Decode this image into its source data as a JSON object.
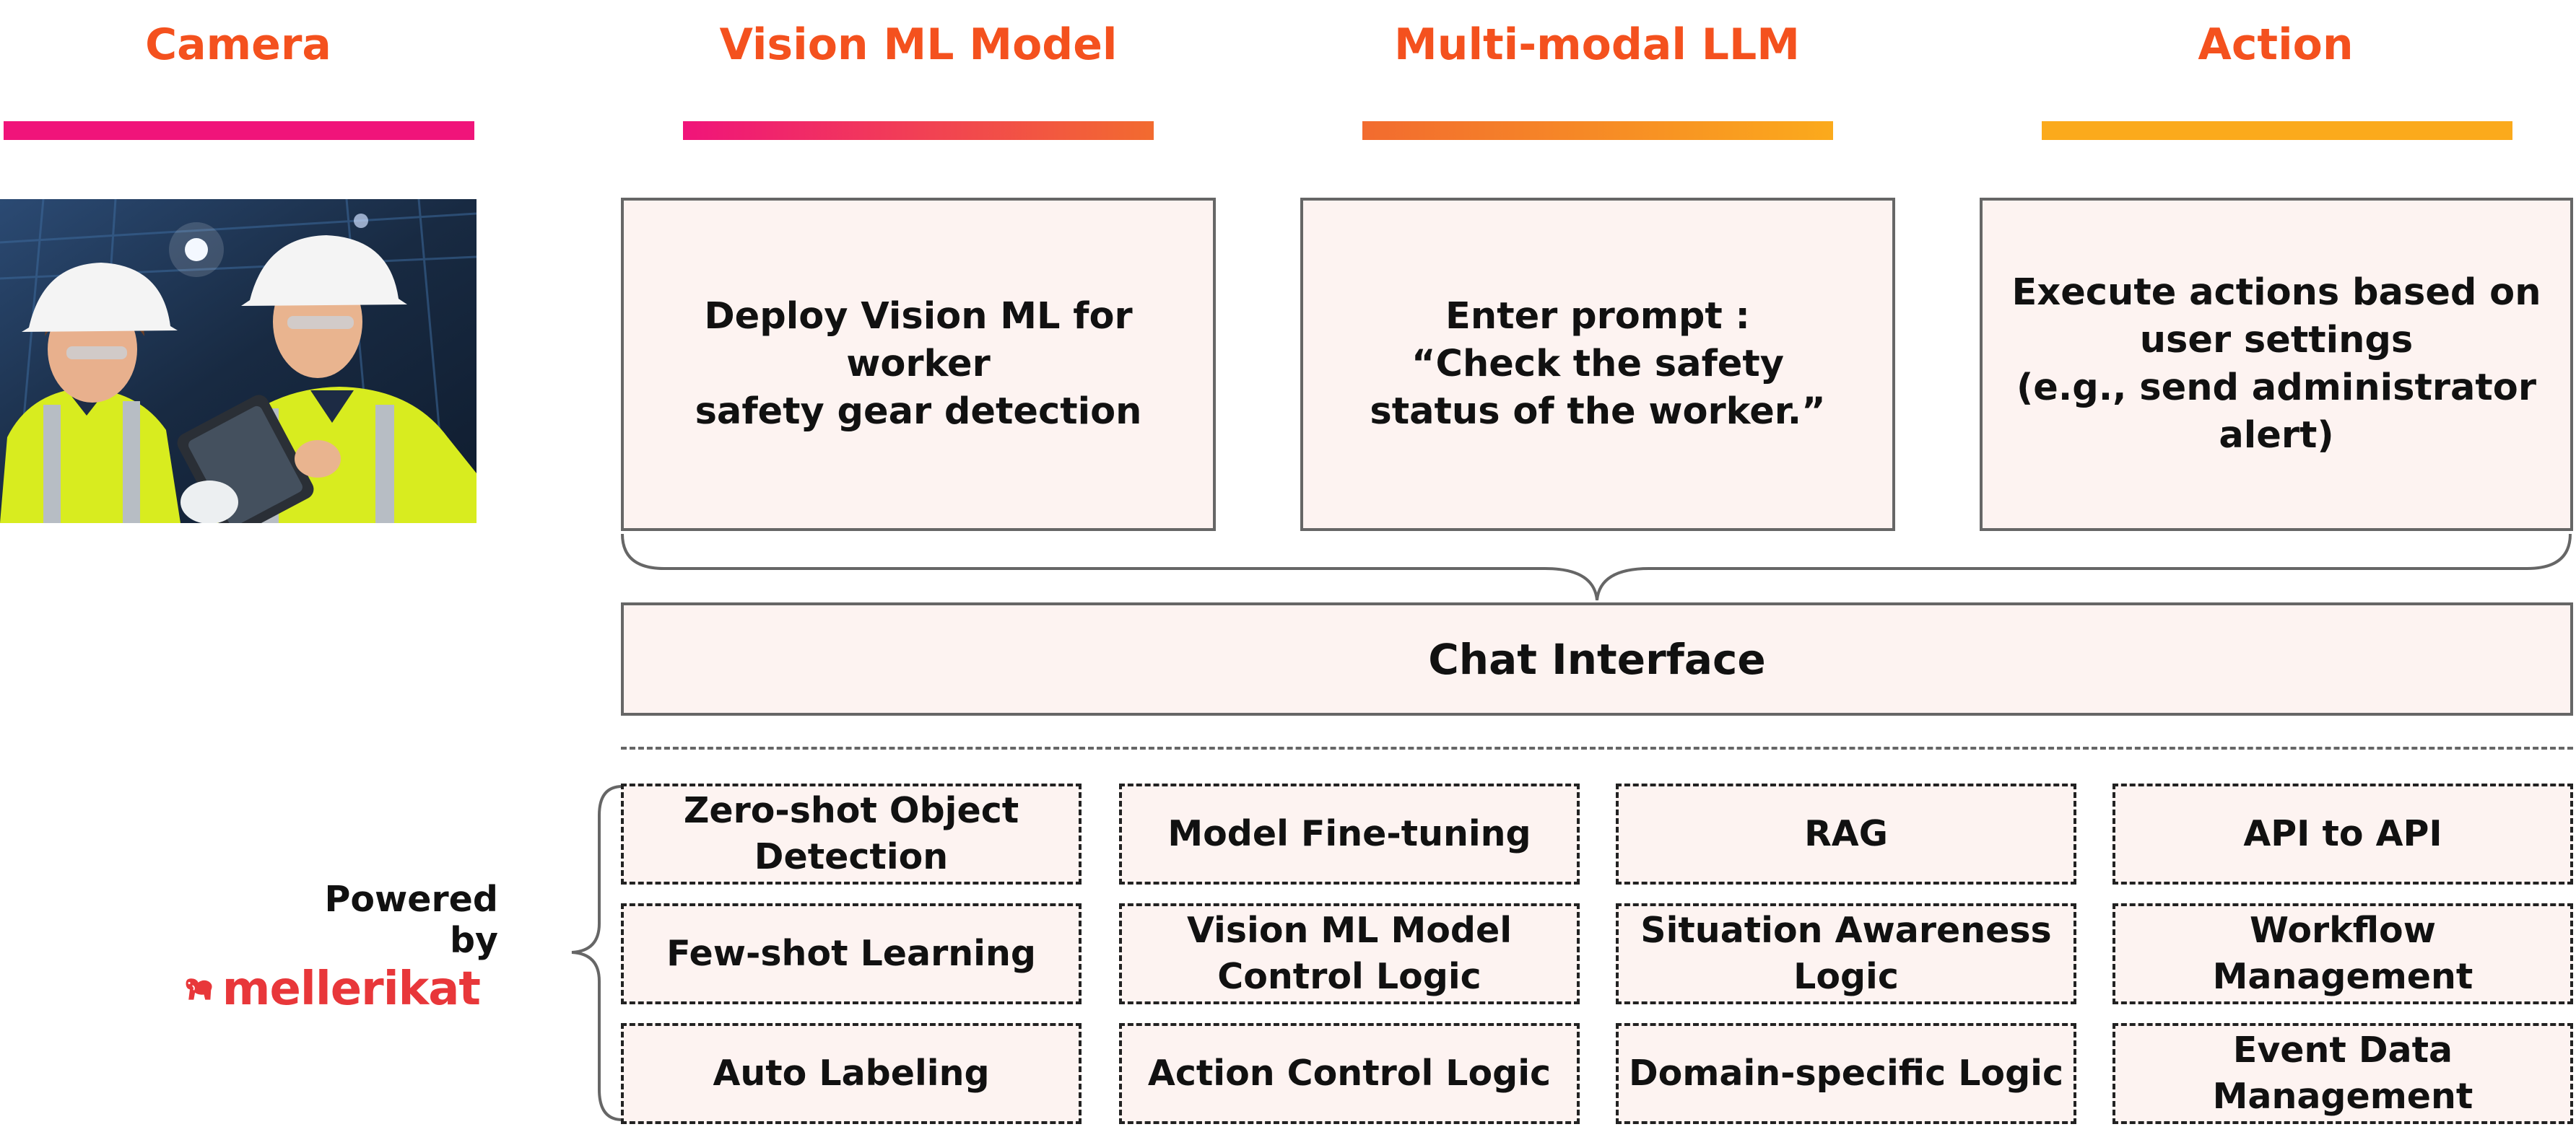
{
  "columns": [
    {
      "title": "Camera"
    },
    {
      "title": "Vision ML Model"
    },
    {
      "title": "Multi-modal LLM"
    },
    {
      "title": "Action"
    }
  ],
  "colors": {
    "title": "#f4511e",
    "bar_pink": "#f0147a",
    "bar_orange": "#f26b2f",
    "bar_amber": "#fbaa1c",
    "card_fill": "#fdf3f1",
    "logo": "#e8373a"
  },
  "cards": {
    "vision": [
      "Deploy Vision ML for worker",
      "safety gear detection"
    ],
    "llm": [
      "Enter prompt :",
      "“Check the safety",
      "status of the worker.”"
    ],
    "action": [
      "Execute actions based on",
      "user settings",
      "(e.g., send administrator alert)"
    ]
  },
  "chat_interface": "Chat Interface",
  "powered_by": "Powered by",
  "logo_text": "mellerikat",
  "capabilities": [
    [
      "Zero-shot Object Detection",
      "Model Fine-tuning",
      "RAG",
      "API to API"
    ],
    [
      "Few-shot Learning",
      "Vision ML Model Control Logic",
      "Situation Awareness Logic",
      "Workflow Management"
    ],
    [
      "Auto Labeling",
      "Action Control Logic",
      "Domain-specific Logic",
      "Event Data Management"
    ]
  ]
}
